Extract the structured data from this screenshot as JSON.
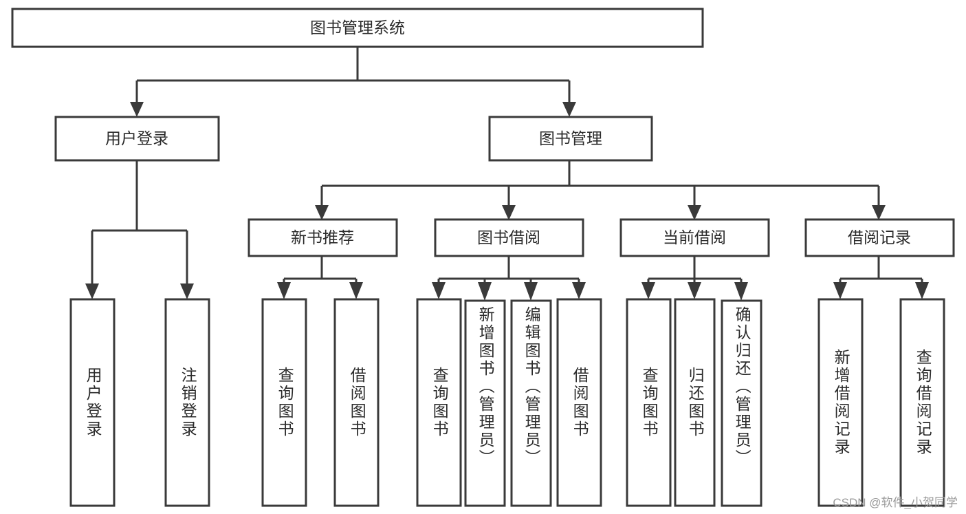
{
  "diagram": {
    "type": "tree",
    "title": "图书管理系统",
    "watermark": "CSDN @软件_小贺同学",
    "colors": {
      "stroke": "#3a3a3a",
      "text": "#2b2b2b",
      "background": "#ffffff",
      "watermark": "#9a9a9a"
    },
    "levels": {
      "root": {
        "label": "图书管理系统"
      },
      "level2": [
        {
          "label": "用户登录"
        },
        {
          "label": "图书管理"
        }
      ],
      "level3": [
        {
          "label": "新书推荐"
        },
        {
          "label": "图书借阅"
        },
        {
          "label": "当前借阅"
        },
        {
          "label": "借阅记录"
        }
      ],
      "leaves": {
        "user_login": [
          {
            "label": "用户登录"
          },
          {
            "label": "注销登录"
          }
        ],
        "new_book": [
          {
            "label": "查询图书"
          },
          {
            "label": "借阅图书"
          }
        ],
        "book_borrow": [
          {
            "label": "查询图书"
          },
          {
            "label": "新增图书（管理员）"
          },
          {
            "label": "编辑图书（管理员）"
          },
          {
            "label": "借阅图书"
          }
        ],
        "current_borrow": [
          {
            "label": "查询图书"
          },
          {
            "label": "归还图书"
          },
          {
            "label": "确认归还（管理员）"
          }
        ],
        "borrow_record": [
          {
            "label": "新增借阅记录"
          },
          {
            "label": "查询借阅记录"
          }
        ]
      }
    }
  }
}
